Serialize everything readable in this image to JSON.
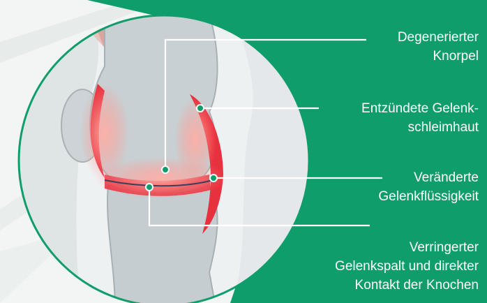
{
  "annotations": [
    {
      "lines": [
        "Degenerierter",
        "Knorpel"
      ]
    },
    {
      "lines": [
        "Entzündete Gelenk-",
        "schleimhaut"
      ]
    },
    {
      "lines": [
        "Veränderte",
        "Gelenkflüssigkeit"
      ]
    },
    {
      "lines": [
        "Verringerter",
        "Gelenkspalt und direkter",
        "Kontakt der Knochen"
      ]
    }
  ],
  "colors": {
    "background": "#f3f5f4",
    "green_panel": "#0f9e6b",
    "inflamed": "#e8313f",
    "bone": "#c9d0d3",
    "leader_line": "#ffffff",
    "marker": "#0f9e6b"
  }
}
